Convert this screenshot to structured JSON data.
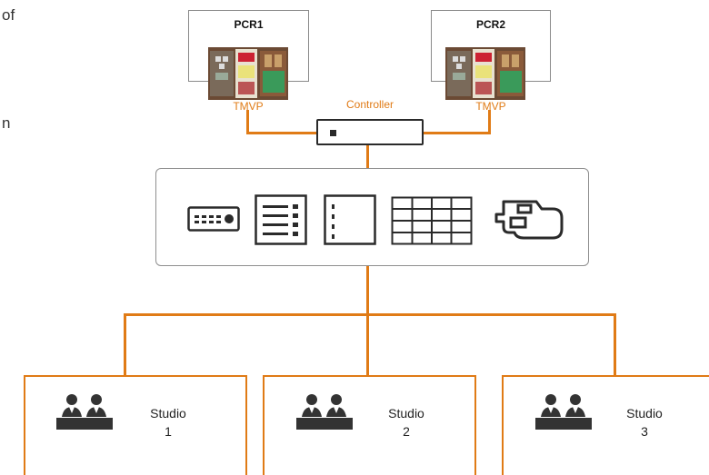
{
  "side_text": {
    "line1": "of",
    "line2": "n"
  },
  "pcr1": {
    "title": "PCR1",
    "label": "TMVP"
  },
  "pcr2": {
    "title": "PCR2",
    "label": "TMVP"
  },
  "controller": {
    "label": "Controller"
  },
  "devices": [
    "video-switcher-icon",
    "audio-mixer-icon",
    "router-icon",
    "multiviewer-icon",
    "camera-icon"
  ],
  "studios": [
    {
      "name": "Studio",
      "number": "1"
    },
    {
      "name": "Studio",
      "number": "2"
    },
    {
      "name": "Studio",
      "number": "3"
    }
  ],
  "colors": {
    "accent": "#e07b16",
    "outline": "#2a2a2a"
  }
}
